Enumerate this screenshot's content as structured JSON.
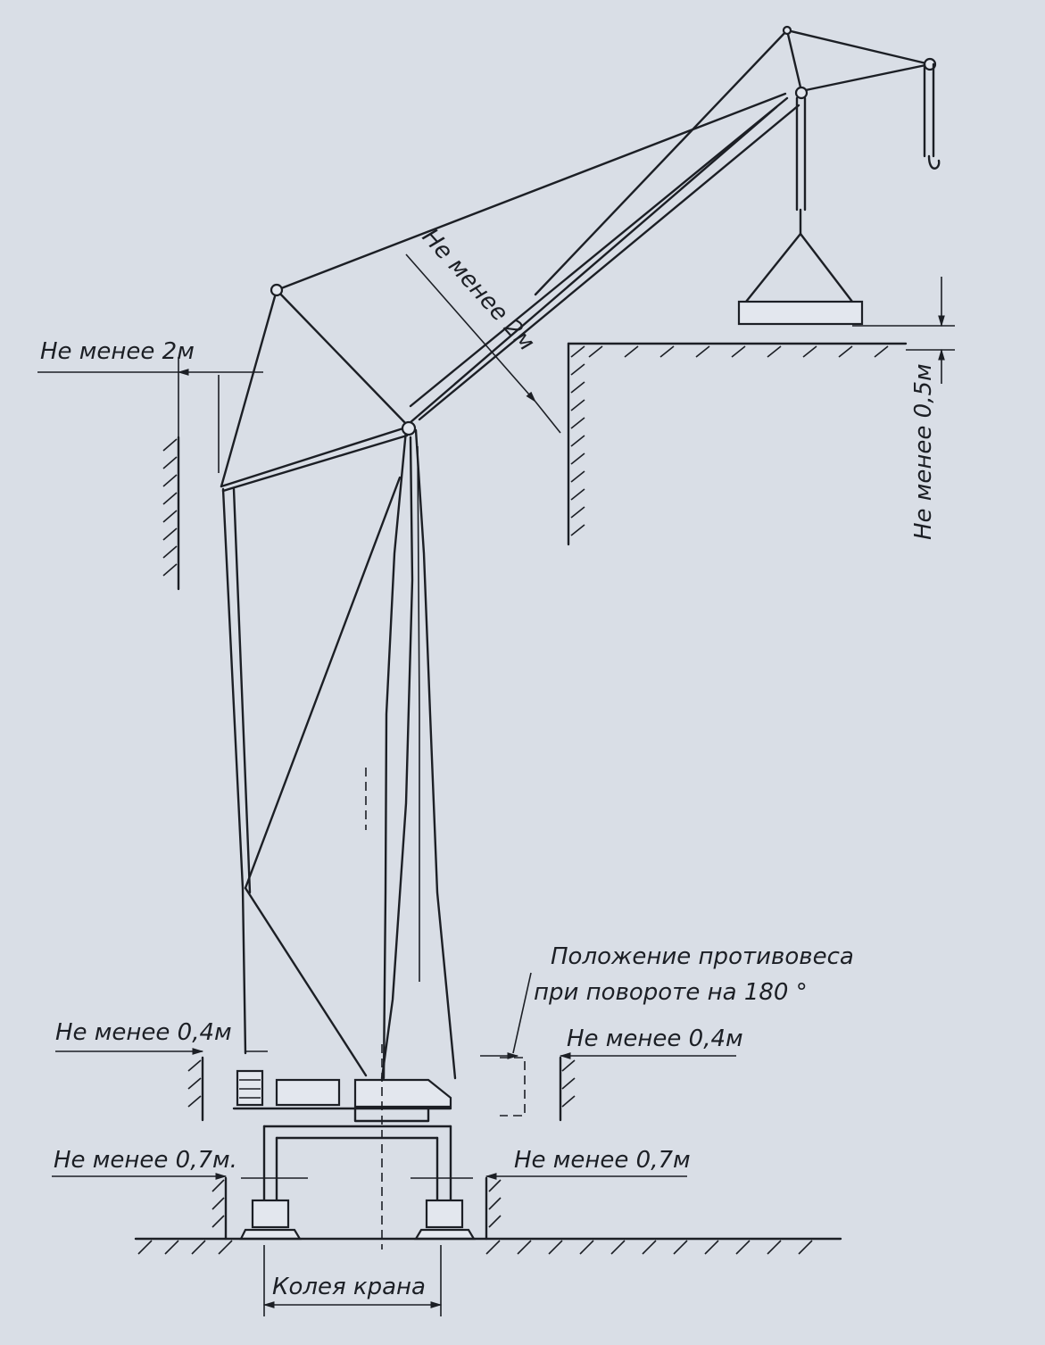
{
  "labels": {
    "top_left_clearance": "Не менее 2м",
    "boom_clearance": "Не менее 2м",
    "load_clearance": "Не менее 0,5м",
    "counterweight_note_line1": "Положение противовеса",
    "counterweight_note_line2": "при повороте на 180 °",
    "left_upper_clearance": "Не менее 0,4м",
    "right_upper_clearance": "Не менее 0,4м",
    "left_lower_clearance": "Не менее 0,7м.",
    "right_lower_clearance": "Не менее 0,7м",
    "track_gauge": "Колея крана"
  },
  "colors": {
    "paper": "#d9dee6",
    "ink": "#1c1f25"
  }
}
